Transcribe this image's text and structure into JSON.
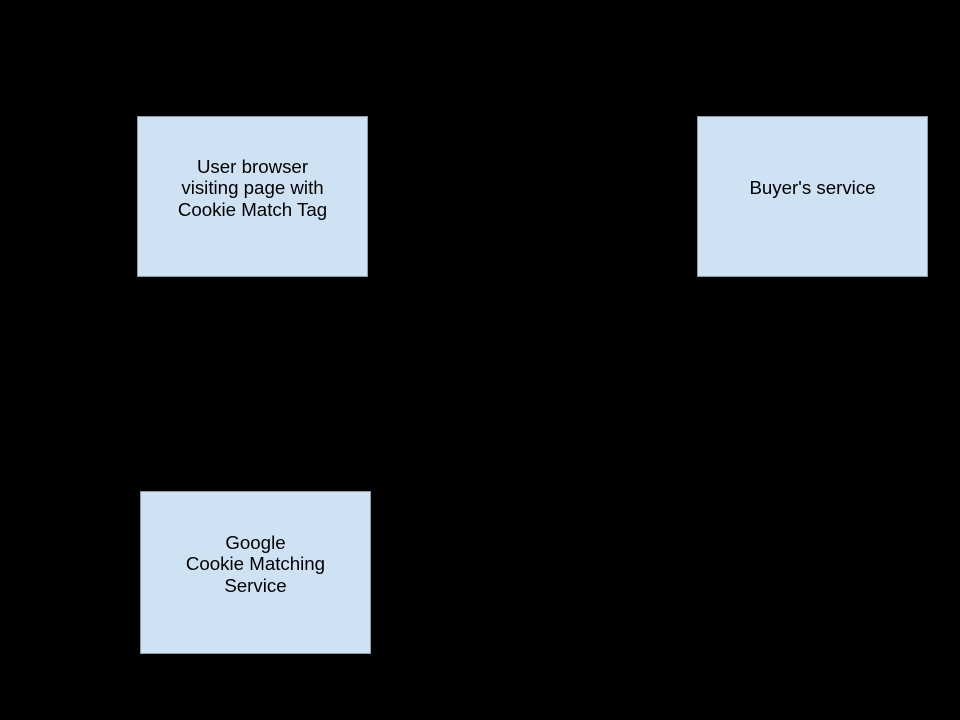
{
  "colors": {
    "background": "#000000",
    "node_fill": "#cfe2f3",
    "node_border": "#8e9aa6",
    "node_text": "#000000"
  },
  "diagram": {
    "type": "flow-diagram",
    "nodes": [
      {
        "id": "user-browser",
        "lines": [
          "User browser",
          "visiting page with",
          "Cookie Match Tag"
        ]
      },
      {
        "id": "buyers-service",
        "lines": [
          "Buyer's service"
        ]
      },
      {
        "id": "google-cookie-matching-service",
        "lines": [
          "Google",
          "Cookie Matching",
          "Service"
        ]
      }
    ]
  }
}
